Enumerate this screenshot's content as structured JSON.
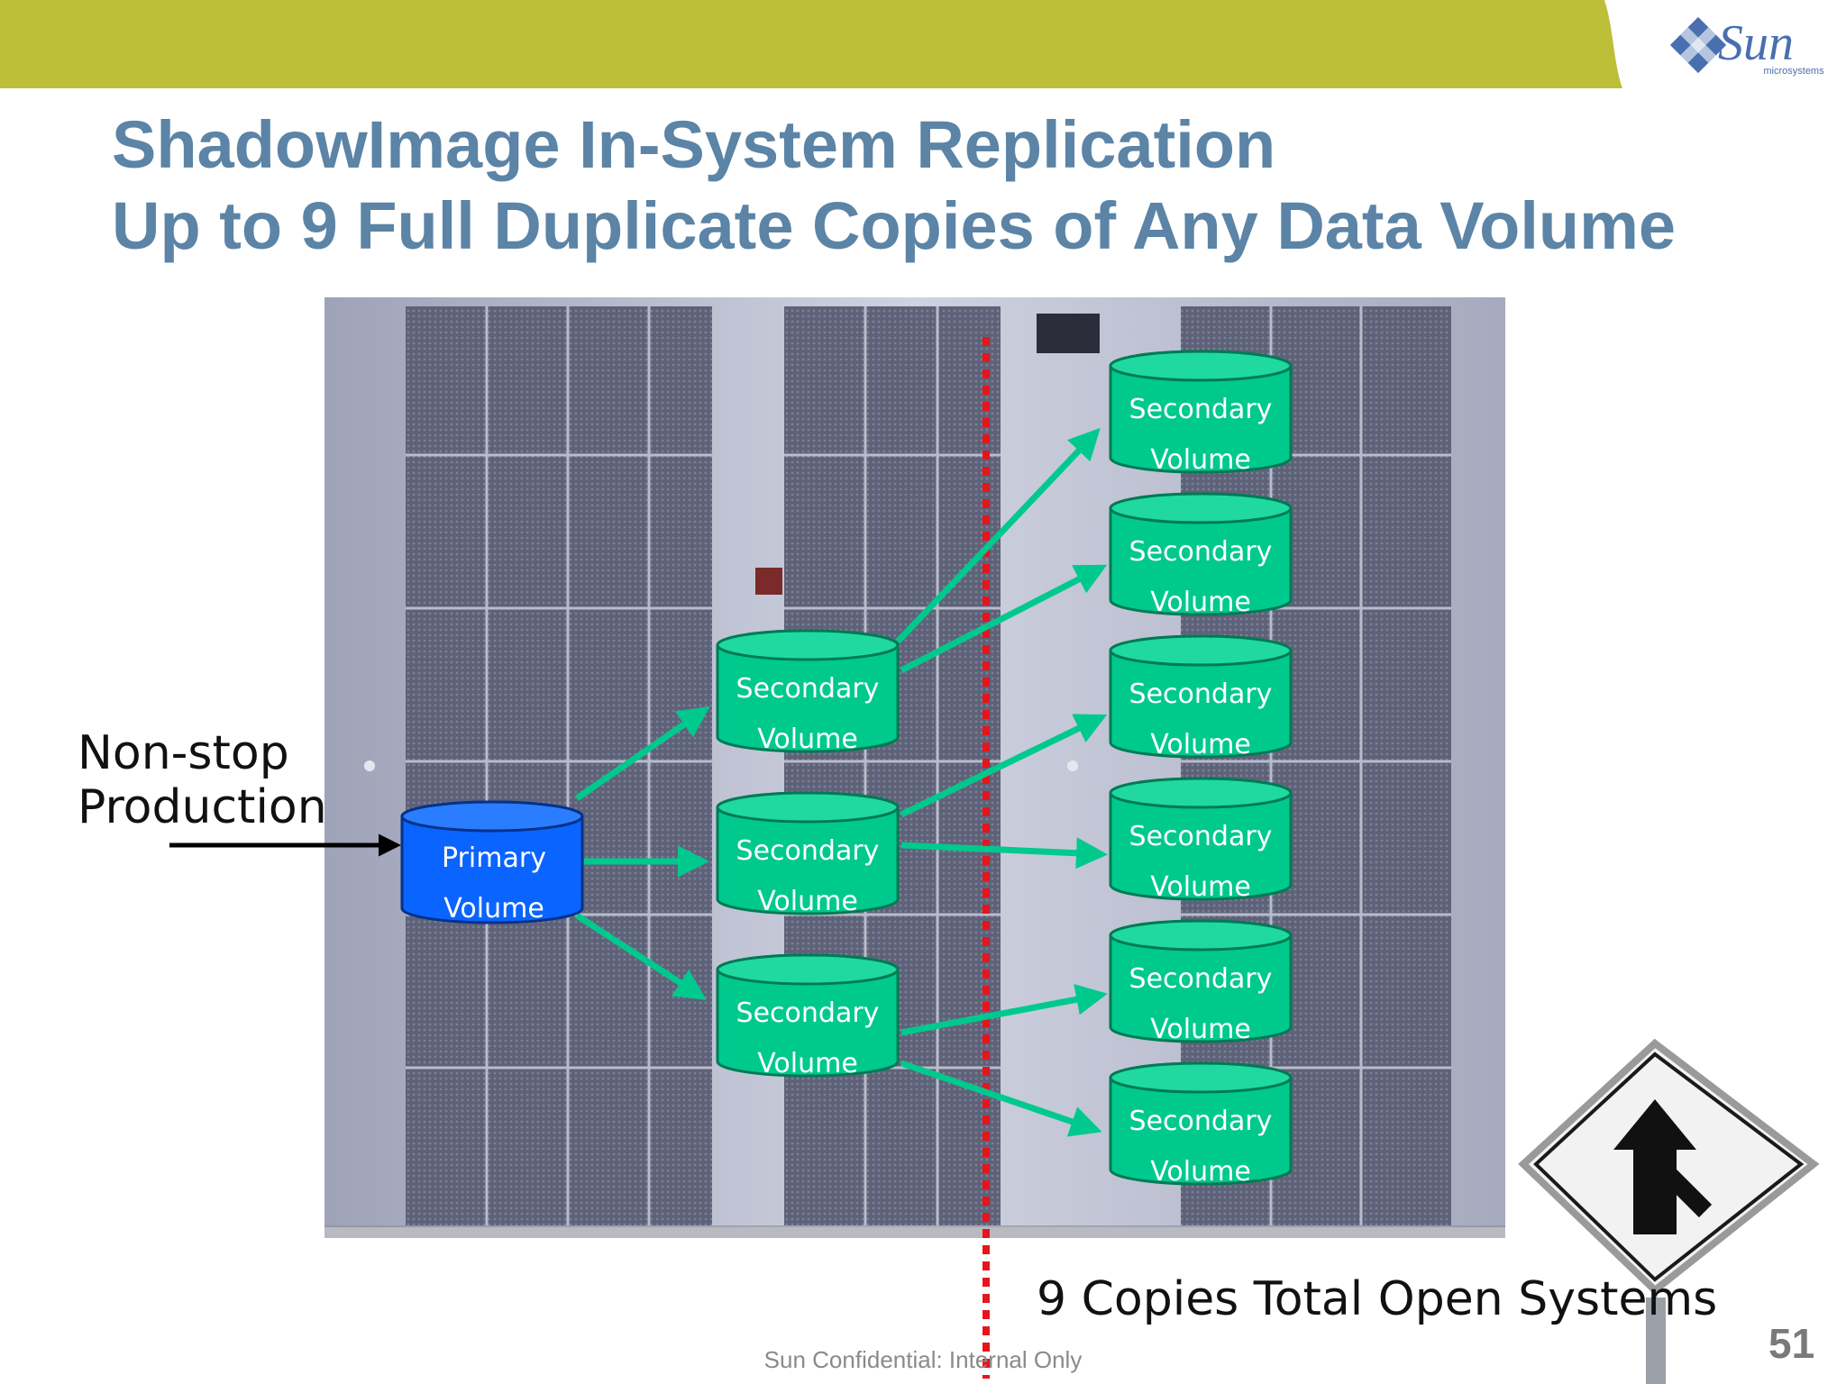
{
  "header": {
    "logo_text": "Sun",
    "logo_subtext": "microsystems",
    "title_line1": "ShadowImage In-System Replication",
    "title_line2": "Up to 9 Full Duplicate Copies of Any Data Volume"
  },
  "diagram": {
    "side_label_line1": "Non-stop",
    "side_label_line2": "Production",
    "primary": {
      "line1": "Primary",
      "line2": "Volume"
    },
    "secondaries": [
      {
        "line1": "Secondary",
        "line2": "Volume"
      },
      {
        "line1": "Secondary",
        "line2": "Volume"
      },
      {
        "line1": "Secondary",
        "line2": "Volume"
      },
      {
        "line1": "Secondary",
        "line2": "Volume"
      },
      {
        "line1": "Secondary",
        "line2": "Volume"
      },
      {
        "line1": "Secondary",
        "line2": "Volume"
      },
      {
        "line1": "Secondary",
        "line2": "Volume"
      },
      {
        "line1": "Secondary",
        "line2": "Volume"
      },
      {
        "line1": "Secondary",
        "line2": "Volume"
      }
    ],
    "total_label": "9 Copies Total Open Systems",
    "colors": {
      "primary": "#0a64ff",
      "secondary": "#00c98e",
      "arrow": "#00c98e",
      "divider": "#e8141c"
    }
  },
  "footer": {
    "confidential": "Sun Confidential: Internal Only",
    "page_number": "51"
  }
}
